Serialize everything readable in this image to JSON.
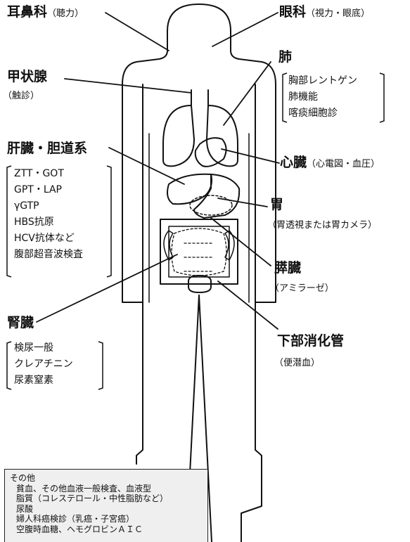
{
  "labels": {
    "ear": {
      "title": "耳鼻科",
      "detail": "（聴力）"
    },
    "eye": {
      "title": "眼科",
      "detail": "（視力・眼底）"
    },
    "thyroid": {
      "title": "甲状腺",
      "detail": "（触診）"
    },
    "lung": {
      "title": "肺",
      "items": [
        "胸部レントゲン",
        "肺機能",
        "喀痰細胞診"
      ]
    },
    "liver": {
      "title": "肝臓・胆道系",
      "items": [
        "ZTT・GOT",
        "GPT・LAP",
        "γGTP",
        "HBS抗原",
        "HCV抗体など",
        "腹部超音波検査"
      ]
    },
    "heart": {
      "title": "心臓",
      "detail": "（心電図・血圧）"
    },
    "stomach": {
      "title": "胃",
      "detail": "（胃透視または胃カメラ）"
    },
    "pancreas": {
      "title": "膵臓",
      "detail": "（アミラーゼ）"
    },
    "kidney": {
      "title": "腎臓",
      "items": [
        "検尿一般",
        "クレアチニン",
        "尿素窒素"
      ]
    },
    "intestine": {
      "title": "下部消化管",
      "detail": "（便潜血）"
    }
  },
  "other": {
    "title": "その他",
    "items": [
      "貧血、その他血液一般検査、血液型",
      "脂質（コレステロール・中性脂肪など）",
      "尿酸",
      "婦人科癌検診（乳癌・子宮癌）",
      "空腹時血糖、ヘモグロビンＡＩＣ"
    ]
  }
}
